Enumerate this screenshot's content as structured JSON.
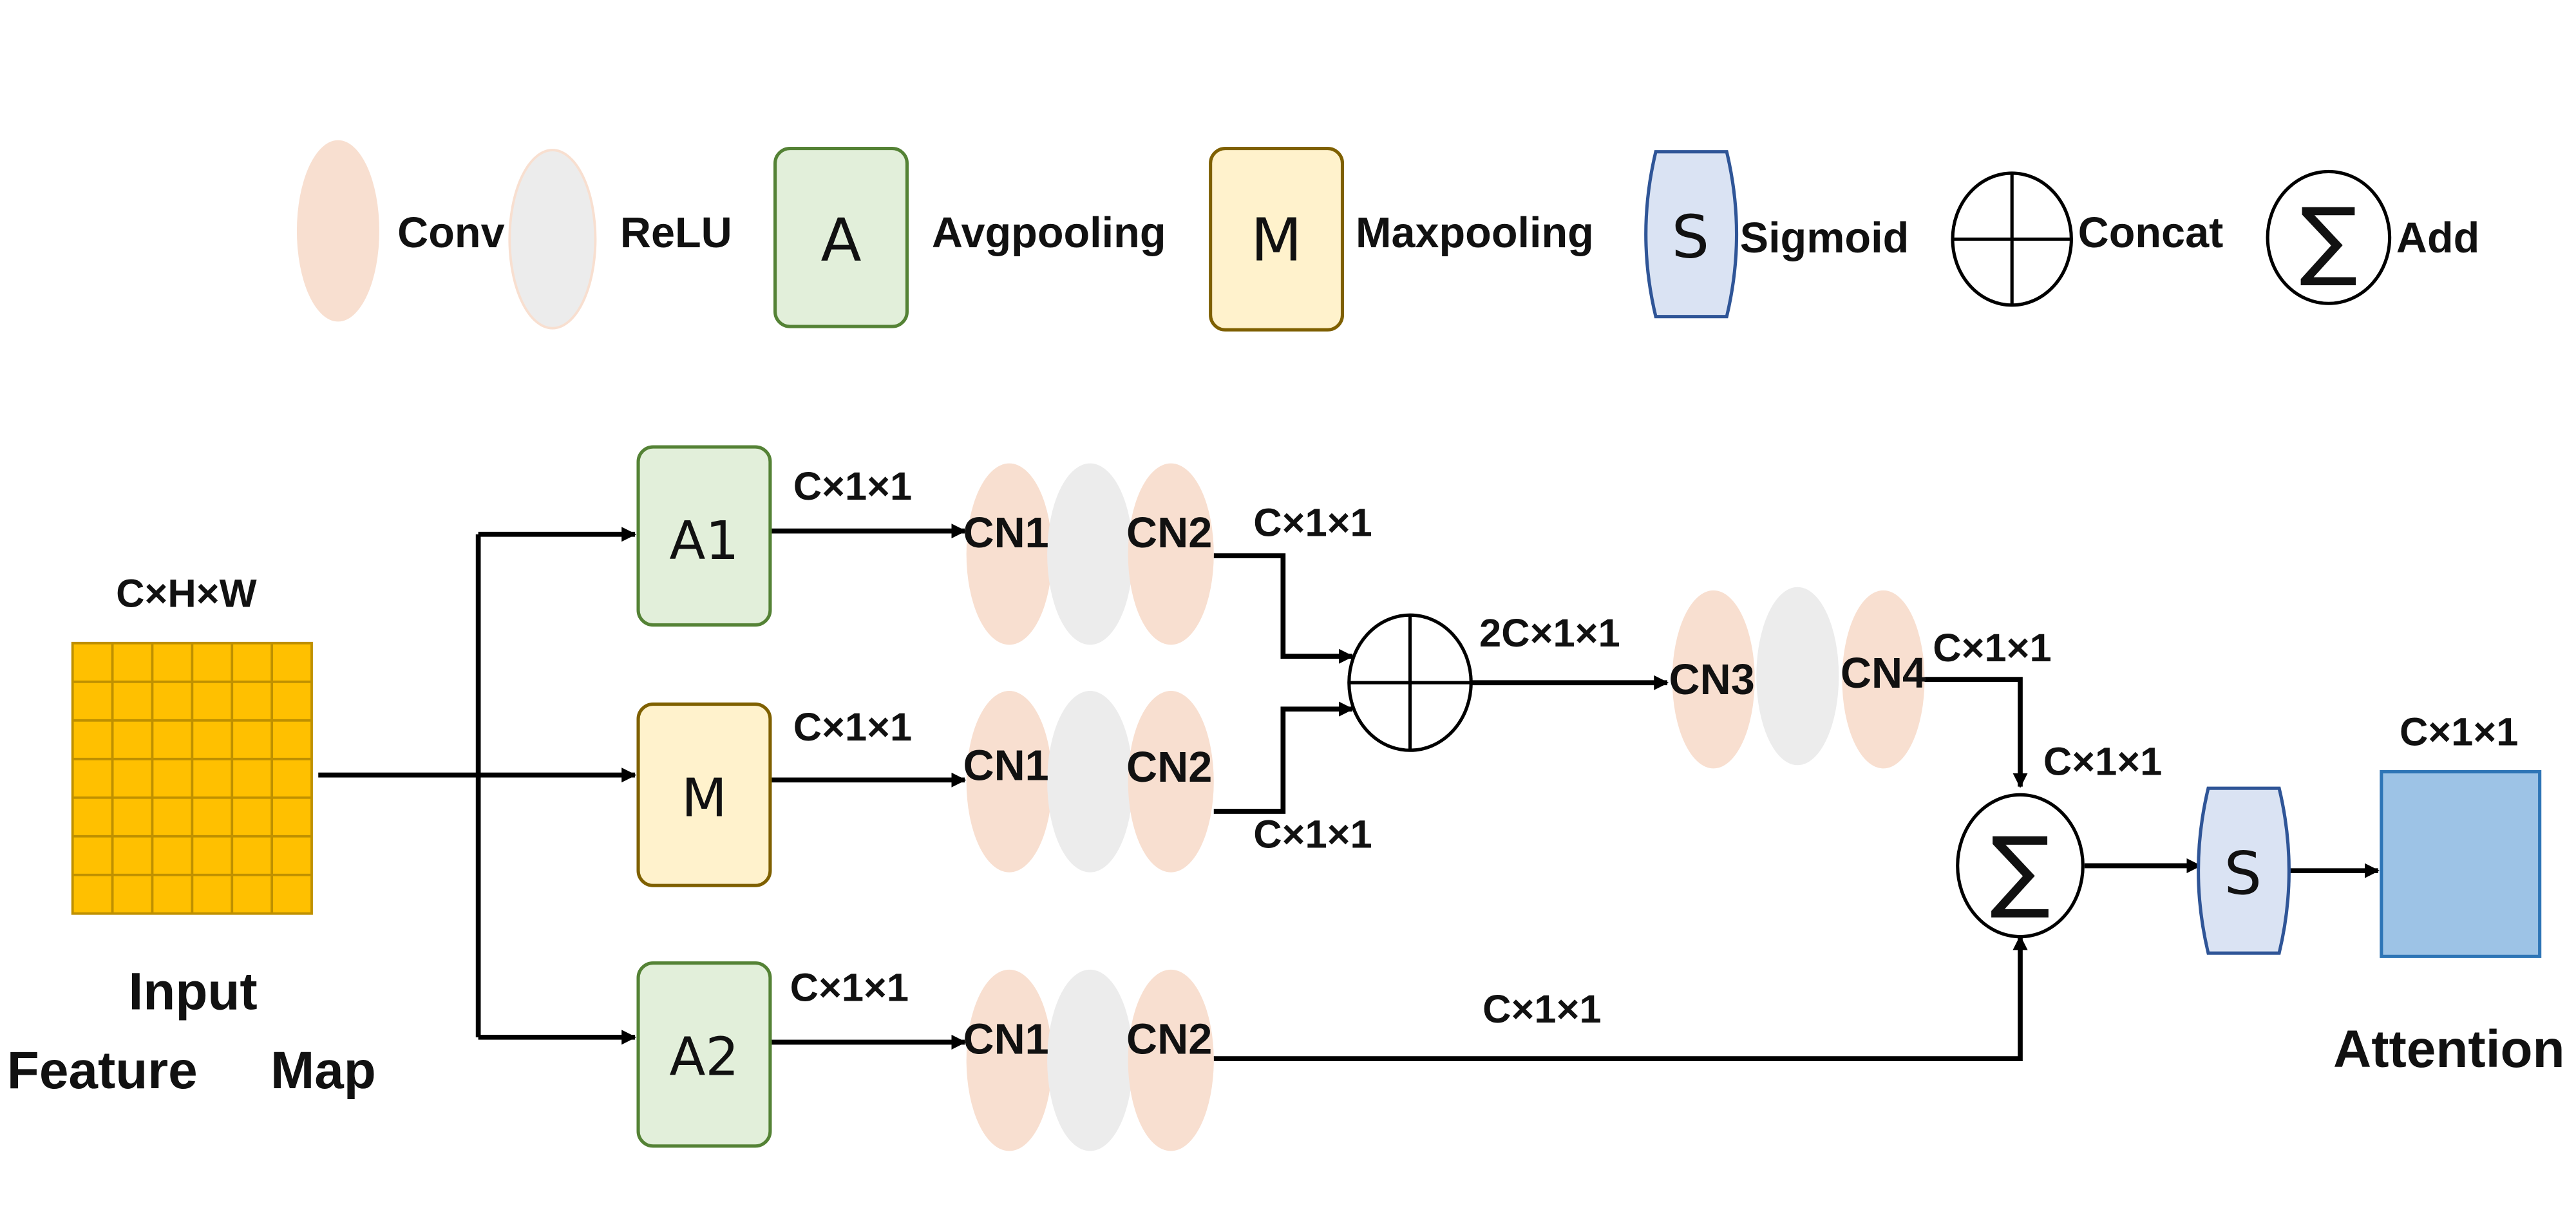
{
  "colors": {
    "conv": "#f8dfd0",
    "relu": "#ececec",
    "avg_fill": "#e2efda",
    "avg_stroke": "#548235",
    "max_fill": "#fff2cc",
    "max_stroke": "#7f6000",
    "sig_fill": "#dae3f3",
    "sig_stroke": "#2f5597",
    "input_fill": "#ffc000",
    "input_grid": "#bf9000",
    "output_fill": "#9dc3e6",
    "output_stroke": "#2e75b6"
  },
  "legend": {
    "conv": "Conv",
    "relu": "ReLU",
    "avg_symbol": "A",
    "avg": "Avgpooling",
    "max_symbol": "M",
    "max": "Maxpooling",
    "sig_symbol": "S",
    "sig": "Sigmoid",
    "concat": "Concat",
    "add_symbol": "∑",
    "add": "Add"
  },
  "input": {
    "dims": "C×H×W",
    "label_line1": "Input",
    "label_line2_a": "Feature",
    "label_line2_b": "Map"
  },
  "branches": {
    "a1": {
      "pool": "A1",
      "pool_dims": "C×1×1",
      "cn1": "CN1",
      "cn2": "CN2",
      "out_dims": "C×1×1"
    },
    "m": {
      "pool": "M",
      "pool_dims": "C×1×1",
      "cn1": "CN1",
      "cn2": "CN2",
      "out_dims": "C×1×1"
    },
    "a2": {
      "pool": "A2",
      "pool_dims": "C×1×1",
      "cn1": "CN1",
      "cn2": "CN2",
      "out_dims": "C×1×1"
    }
  },
  "fusion": {
    "concat_dims": "2C×1×1",
    "cn3": "CN3",
    "cn4": "CN4",
    "cn4_dims": "C×1×1",
    "add_in_dims": "C×1×1",
    "add_symbol": "∑",
    "sigmoid": "S",
    "output_dims": "C×1×1",
    "output_label": "Attention"
  }
}
